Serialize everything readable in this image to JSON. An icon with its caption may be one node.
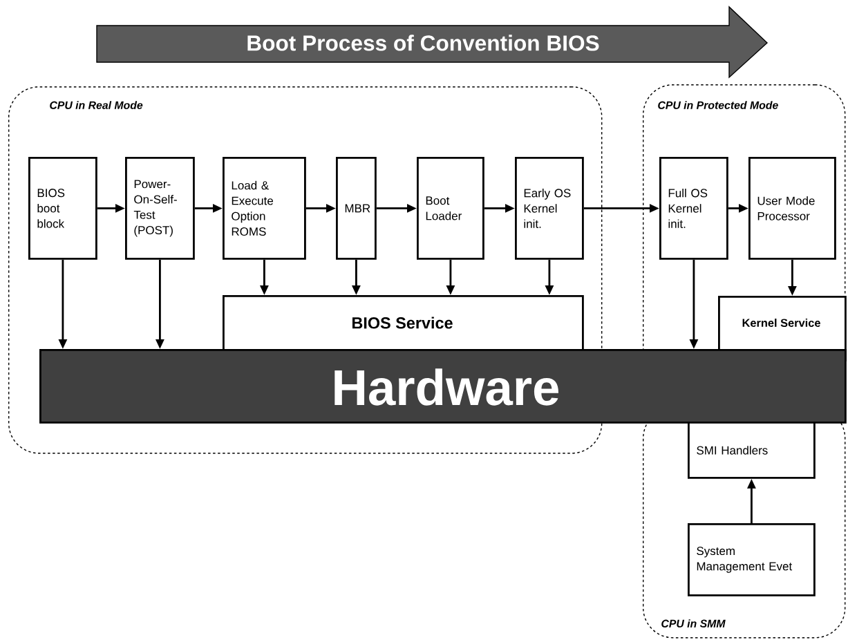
{
  "diagram": {
    "title": "Boot Process of Convention BIOS",
    "nodes": [
      {
        "text": [
          "CPU in Real Mode"
        ]
      },
      {
        "text": [
          "CPU in Protected Mode"
        ]
      },
      {
        "text": [
          "CPU in SMM"
        ]
      },
      {
        "text": [
          "BIOS boot block"
        ],
        "in": 0
      },
      {
        "text": [
          "Power-On-Self-Test (POST)"
        ],
        "in": 0
      },
      {
        "text": [
          "Load & Execute Option ROMS"
        ],
        "in": 0
      },
      {
        "text": [
          "MBR"
        ],
        "in": 0
      },
      {
        "text": [
          "Boot Loader"
        ],
        "in": 0
      },
      {
        "text": [
          "Early OS Kernel init."
        ],
        "in": 0
      },
      {
        "text": [
          "Full OS Kernel init."
        ],
        "in": 1
      },
      {
        "text": [
          "User Mode Processor"
        ],
        "in": 1
      },
      {
        "text": [
          "BIOS Service"
        ],
        "in": 0
      },
      {
        "text": [
          "Kernel Service"
        ],
        "in": 1
      },
      {
        "text": [
          "Hardware"
        ]
      },
      {
        "text": [
          "SMI Handlers"
        ],
        "in": 2
      },
      {
        "text": [
          "System Management Evet"
        ],
        "in": 2
      }
    ],
    "edges": [
      {
        "from": 3,
        "to": 4,
        "arrow": "to"
      },
      {
        "from": 4,
        "to": 5,
        "arrow": "to"
      },
      {
        "from": 5,
        "to": 6,
        "arrow": "to"
      },
      {
        "from": 6,
        "to": 7,
        "arrow": "to"
      },
      {
        "from": 7,
        "to": 8,
        "arrow": "to"
      },
      {
        "from": 8,
        "to": 9,
        "arrow": "to"
      },
      {
        "from": 9,
        "to": 10,
        "arrow": "to"
      },
      {
        "from": 3,
        "to": 13,
        "arrow": "to"
      },
      {
        "from": 4,
        "to": 13,
        "arrow": "to"
      },
      {
        "from": 5,
        "to": 11,
        "arrow": "to"
      },
      {
        "from": 6,
        "to": 11,
        "arrow": "to"
      },
      {
        "from": 7,
        "to": 11,
        "arrow": "to"
      },
      {
        "from": 8,
        "to": 11,
        "arrow": "to"
      },
      {
        "from": 9,
        "to": 13,
        "arrow": "to"
      },
      {
        "from": 10,
        "to": 12,
        "arrow": "to"
      },
      {
        "from": 15,
        "to": 14,
        "arrow": "to"
      }
    ]
  }
}
